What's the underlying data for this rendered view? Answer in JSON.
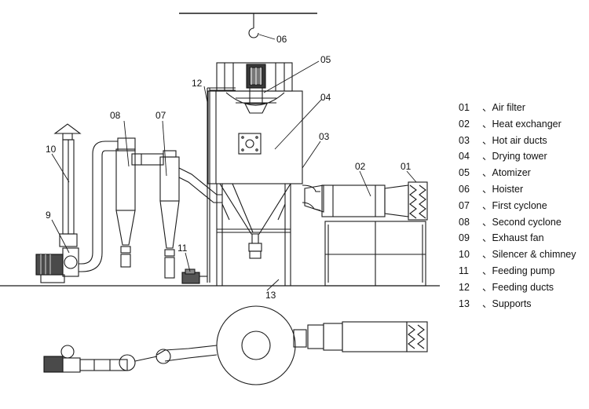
{
  "diagram": {
    "callouts": [
      {
        "id": "c06",
        "text": "06"
      },
      {
        "id": "c05",
        "text": "05"
      },
      {
        "id": "c12",
        "text": "12"
      },
      {
        "id": "c04",
        "text": "04"
      },
      {
        "id": "c08",
        "text": "08"
      },
      {
        "id": "c07",
        "text": "07"
      },
      {
        "id": "c03",
        "text": "03"
      },
      {
        "id": "c10",
        "text": "10"
      },
      {
        "id": "c02",
        "text": "02"
      },
      {
        "id": "c01",
        "text": "01"
      },
      {
        "id": "c9",
        "text": "9"
      },
      {
        "id": "c11",
        "text": "11"
      },
      {
        "id": "c13",
        "text": "13"
      }
    ],
    "legend": [
      {
        "num": "01",
        "sep": "、",
        "label": "Air filter"
      },
      {
        "num": "02",
        "sep": "、",
        "label": "Heat exchanger"
      },
      {
        "num": "03",
        "sep": "、",
        "label": "Hot air ducts"
      },
      {
        "num": "04",
        "sep": "、",
        "label": "Drying tower"
      },
      {
        "num": "05",
        "sep": "、",
        "label": "Atomizer"
      },
      {
        "num": "06",
        "sep": "、",
        "label": "Hoister"
      },
      {
        "num": "07",
        "sep": "、",
        "label": "First cyclone"
      },
      {
        "num": "08",
        "sep": "、",
        "label": "Second cyclone"
      },
      {
        "num": "09",
        "sep": "、",
        "label": "Exhaust fan"
      },
      {
        "num": "10",
        "sep": "、",
        "label": "Silencer & chimney"
      },
      {
        "num": "11",
        "sep": "、",
        "label": "Feeding pump"
      },
      {
        "num": "12",
        "sep": "、",
        "label": "Feeding ducts"
      },
      {
        "num": "13",
        "sep": "、",
        "label": "Supports"
      }
    ]
  }
}
